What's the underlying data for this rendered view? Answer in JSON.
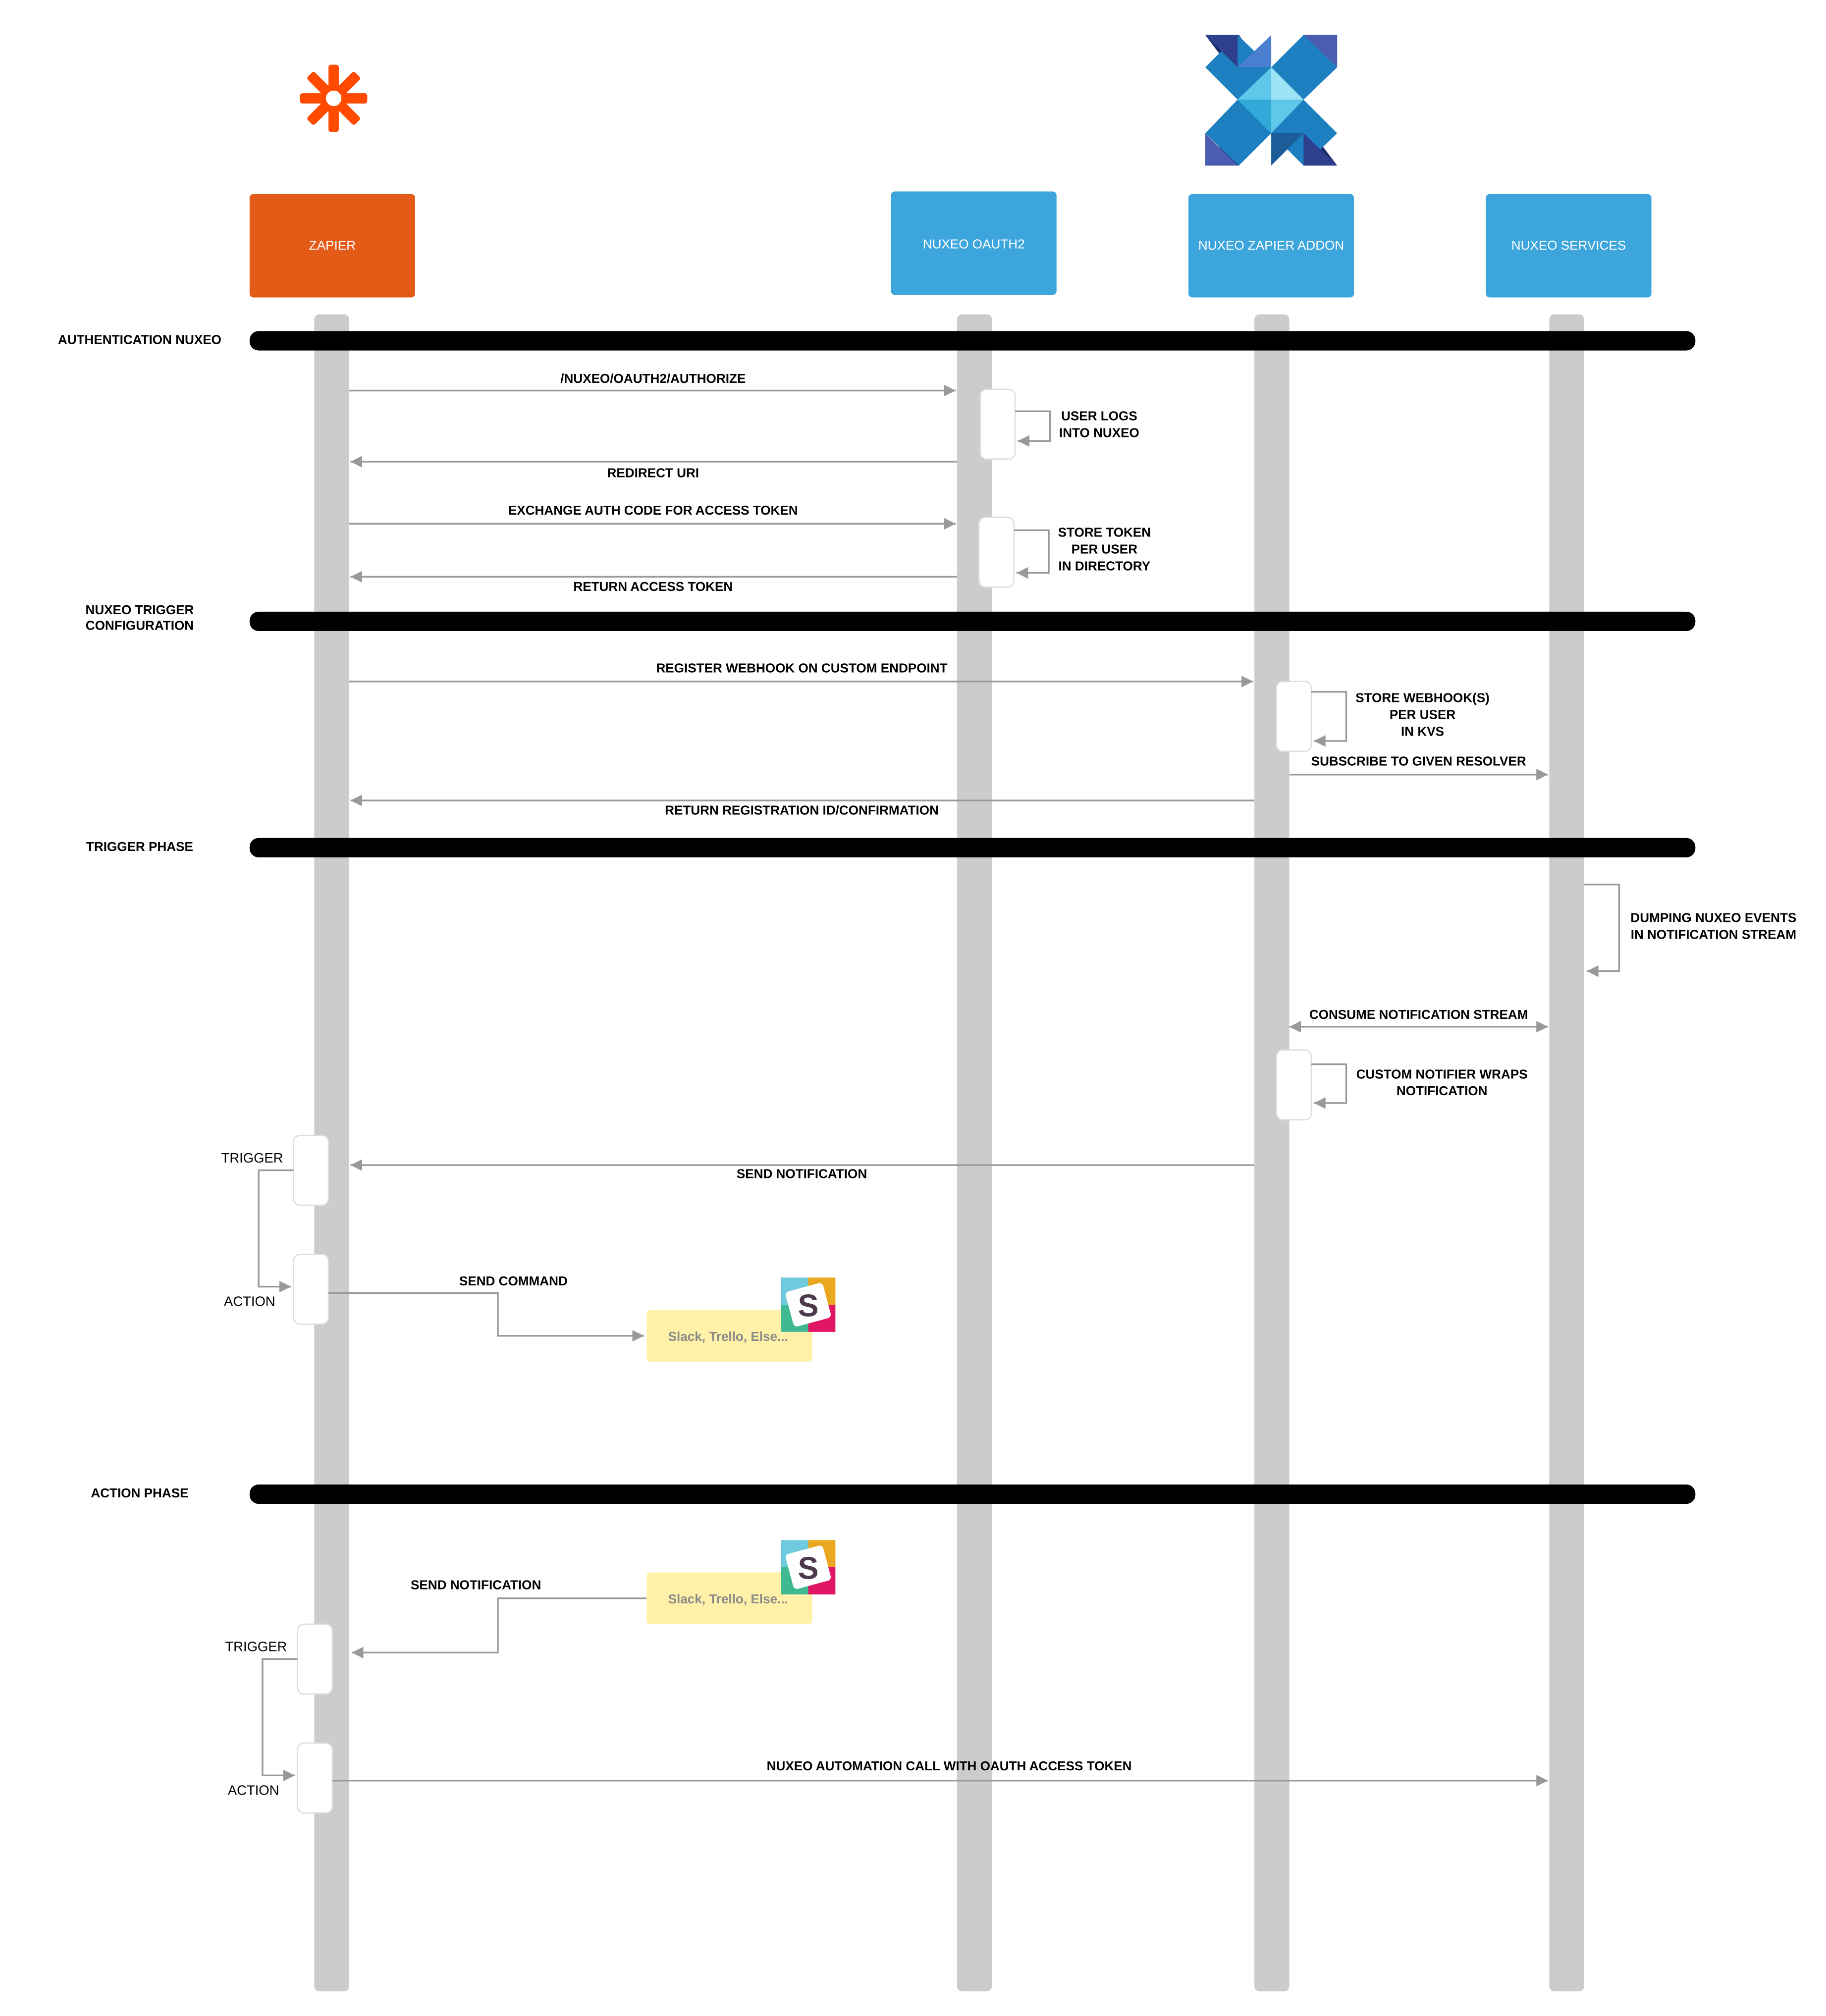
{
  "participants": {
    "zapier": "ZAPIER",
    "oauth": "NUXEO OAUTH2",
    "addon": "NUXEO ZAPIER ADDON",
    "services": "NUXEO SERVICES"
  },
  "colors": {
    "zapier": "#e35b17",
    "nuxeo_blue": "#3ca5dc",
    "lifeline": "#cccccc",
    "phase_bar": "#000000",
    "arrow": "#999999",
    "external_box": "#fff2a8"
  },
  "icons": {
    "zapier_logo": "zapier-asterisk-icon",
    "nuxeo_logo": "nuxeo-x-icon",
    "slack_logo": "slack-icon"
  },
  "phases": {
    "auth": "AUTHENTICATION NUXEO",
    "config_l1": "NUXEO TRIGGER",
    "config_l2": "CONFIGURATION",
    "trigger": "TRIGGER PHASE",
    "action": "ACTION PHASE"
  },
  "messages": {
    "authorize": "/NUXEO/OAUTH2/AUTHORIZE",
    "user_logs_l1": "USER LOGS",
    "user_logs_l2": "INTO NUXEO",
    "redirect": "REDIRECT URI",
    "exchange": "EXCHANGE AUTH CODE FOR ACCESS TOKEN",
    "store_token_l1": "STORE TOKEN",
    "store_token_l2": "PER USER",
    "store_token_l3": "IN DIRECTORY",
    "return_token": "RETURN ACCESS TOKEN",
    "register": "REGISTER WEBHOOK ON CUSTOM ENDPOINT",
    "store_webhook_l1": "STORE WEBHOOK(S)",
    "store_webhook_l2": "PER USER",
    "store_webhook_l3": "IN KVS",
    "subscribe": "SUBSCRIBE TO GIVEN RESOLVER",
    "return_reg": "RETURN REGISTRATION ID/CONFIRMATION",
    "dumping_l1": "DUMPING NUXEO EVENTS",
    "dumping_l2": "IN NOTIFICATION STREAM",
    "consume": "CONSUME NOTIFICATION STREAM",
    "wraps_l1": "CUSTOM NOTIFIER WRAPS",
    "wraps_l2": "NOTIFICATION",
    "trigger1": "TRIGGER",
    "send_notif1": "SEND NOTIFICATION",
    "action1": "ACTION",
    "send_command": "SEND COMMAND",
    "send_notif2": "SEND NOTIFICATION",
    "trigger2": "TRIGGER",
    "action2": "ACTION",
    "automation": "NUXEO AUTOMATION CALL WITH OAUTH ACCESS TOKEN"
  },
  "external": {
    "label1": "Slack, Trello, Else...",
    "label2": "Slack, Trello, Else..."
  }
}
